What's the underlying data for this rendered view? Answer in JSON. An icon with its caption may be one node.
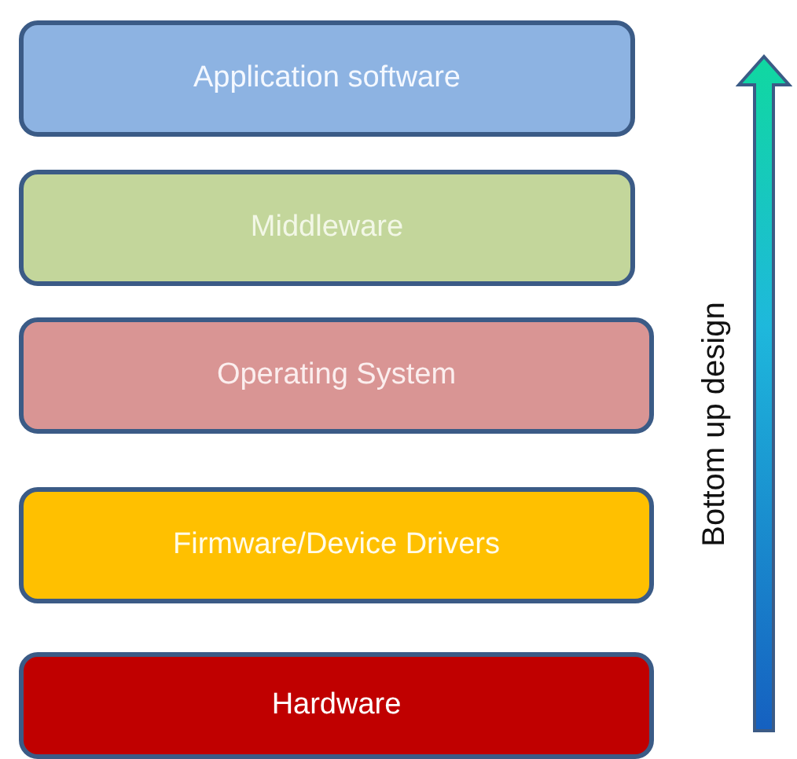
{
  "diagram": {
    "nodes": [
      {
        "text": [
          "Application software"
        ]
      },
      {
        "text": [
          "Middleware"
        ]
      },
      {
        "text": [
          "Operating System"
        ]
      },
      {
        "text": [
          "Firmware/Device Drivers"
        ]
      },
      {
        "text": [
          "Hardware"
        ]
      }
    ],
    "labels": [
      "Bottom up design"
    ]
  }
}
